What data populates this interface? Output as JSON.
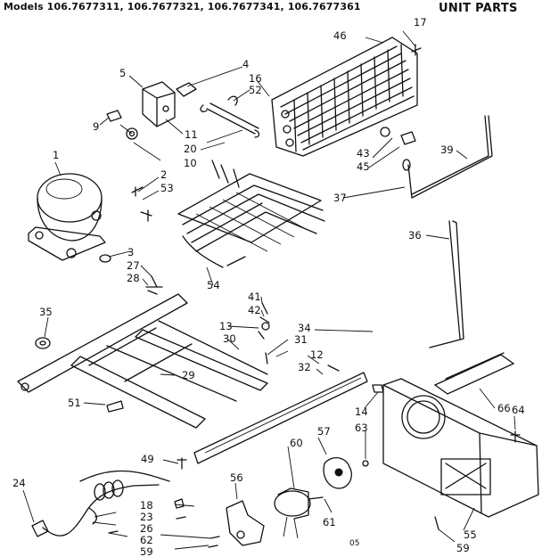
{
  "header": {
    "models": "Models 106.7677311, 106.7677321, 106.7677341, 106.7677361",
    "title": "UNIT PARTS"
  },
  "footer_code": "05",
  "callouts": [
    "1",
    "2",
    "3",
    "4",
    "5",
    "9",
    "10",
    "11",
    "12",
    "13",
    "14",
    "16",
    "17",
    "18",
    "20",
    "23",
    "24",
    "26",
    "27",
    "28",
    "29",
    "30",
    "31",
    "32",
    "34",
    "35",
    "36",
    "37",
    "39",
    "41",
    "42",
    "43",
    "45",
    "46",
    "49",
    "51",
    "52",
    "53",
    "54",
    "55",
    "56",
    "57",
    "59",
    "59",
    "60",
    "61",
    "62",
    "63",
    "64",
    "66"
  ]
}
